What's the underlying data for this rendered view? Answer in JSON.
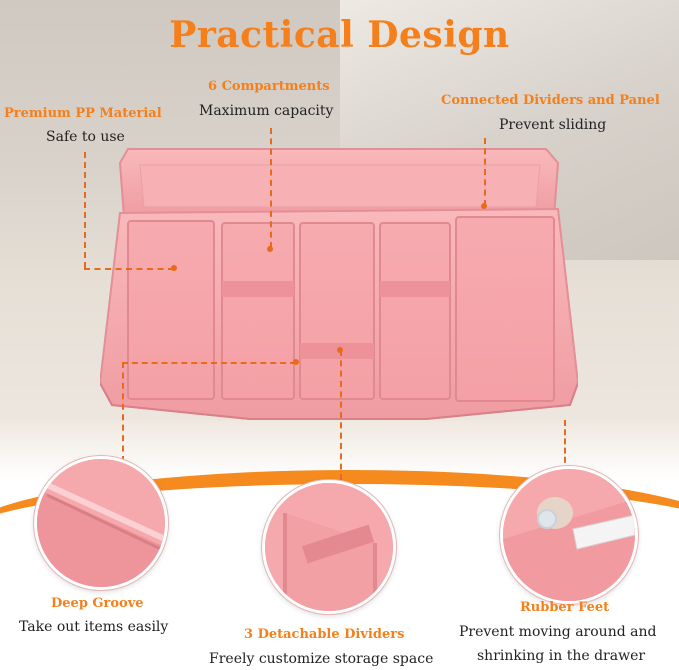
{
  "title": "Practical Design",
  "features": {
    "material": {
      "heading": "Premium PP Material",
      "desc": "Safe to use"
    },
    "compartments": {
      "heading": "6 Compartments",
      "desc": "Maximum capacity"
    },
    "connected": {
      "heading": "Connected Dividers and Panel",
      "desc": "Prevent sliding"
    },
    "groove": {
      "heading": "Deep Groove",
      "desc": "Take out items easily"
    },
    "dividers": {
      "heading": "3 Detachable Dividers",
      "desc": "Freely customize storage space"
    },
    "feet": {
      "heading": "Rubber Feet",
      "desc_line1": "Prevent moving around and",
      "desc_line2": "shrinking in the drawer"
    }
  },
  "colors": {
    "accent_orange": "#f57f1a",
    "tray_pink": "#f5a7ab",
    "tray_pink_dark": "#e98a91"
  }
}
